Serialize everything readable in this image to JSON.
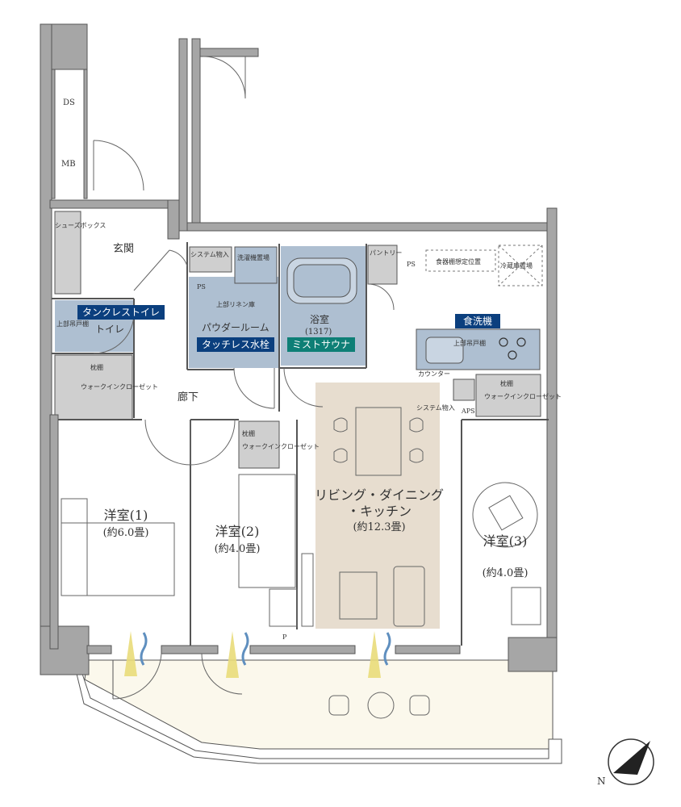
{
  "colors": {
    "wall": "#a6a6a6",
    "wall_dark": "#8c8c8c",
    "storage": "#cfcfcf",
    "wet_area": "#aebfd1",
    "balcony": "#fbf8ec",
    "ldk_highlight": "#e7ddcf",
    "tag_blue": "#0b3f7e",
    "tag_teal": "#0e7f76",
    "wind_blue": "#5f8fbf",
    "wind_yellow": "#e9dc7a"
  },
  "labels": {
    "ds": "DS",
    "mb": "MB",
    "shoe_box": "シューズボックス",
    "entrance": "玄関",
    "system_storage_top": "システム物入",
    "ps": "PS",
    "washer": "洗濯機置場",
    "upper_linen": "上部リネン庫",
    "bath": "浴室",
    "bath_size": "(1317)",
    "powder_room": "パウダールーム",
    "pantry": "パントリー",
    "ps_kitchen": "PS",
    "dish_dryer_pos": "食器棚想定位置",
    "fridge": "冷蔵庫置場",
    "toilet": "トイレ",
    "upper_shelf_toilet": "上部吊戸棚",
    "upper_cabinet": "上部吊戸棚",
    "counter": "カウンター",
    "system_storage_kitchen": "システム物入",
    "aps": "APS",
    "shelf_pole": "枕棚",
    "walkin_closet": "ウォークインクローゼット",
    "hall": "廊下",
    "p": "P"
  },
  "tags": {
    "tankless_toilet": "タンクレストイレ",
    "touchless_faucet": "タッチレス水栓",
    "mist_sauna": "ミストサウナ",
    "dishwasher": "食洗機"
  },
  "rooms": {
    "ldk_name_1": "リビング・ダイニング",
    "ldk_name_2": "・キッチン",
    "ldk_size": "(約12.3畳)",
    "western1_name": "洋室(1)",
    "western1_size": "(約6.0畳)",
    "western2_name": "洋室(2)",
    "western2_size": "(約4.0畳)",
    "western3_name": "洋室(3)",
    "western3_size": "(約4.0畳)"
  },
  "compass": {
    "north": "N"
  }
}
